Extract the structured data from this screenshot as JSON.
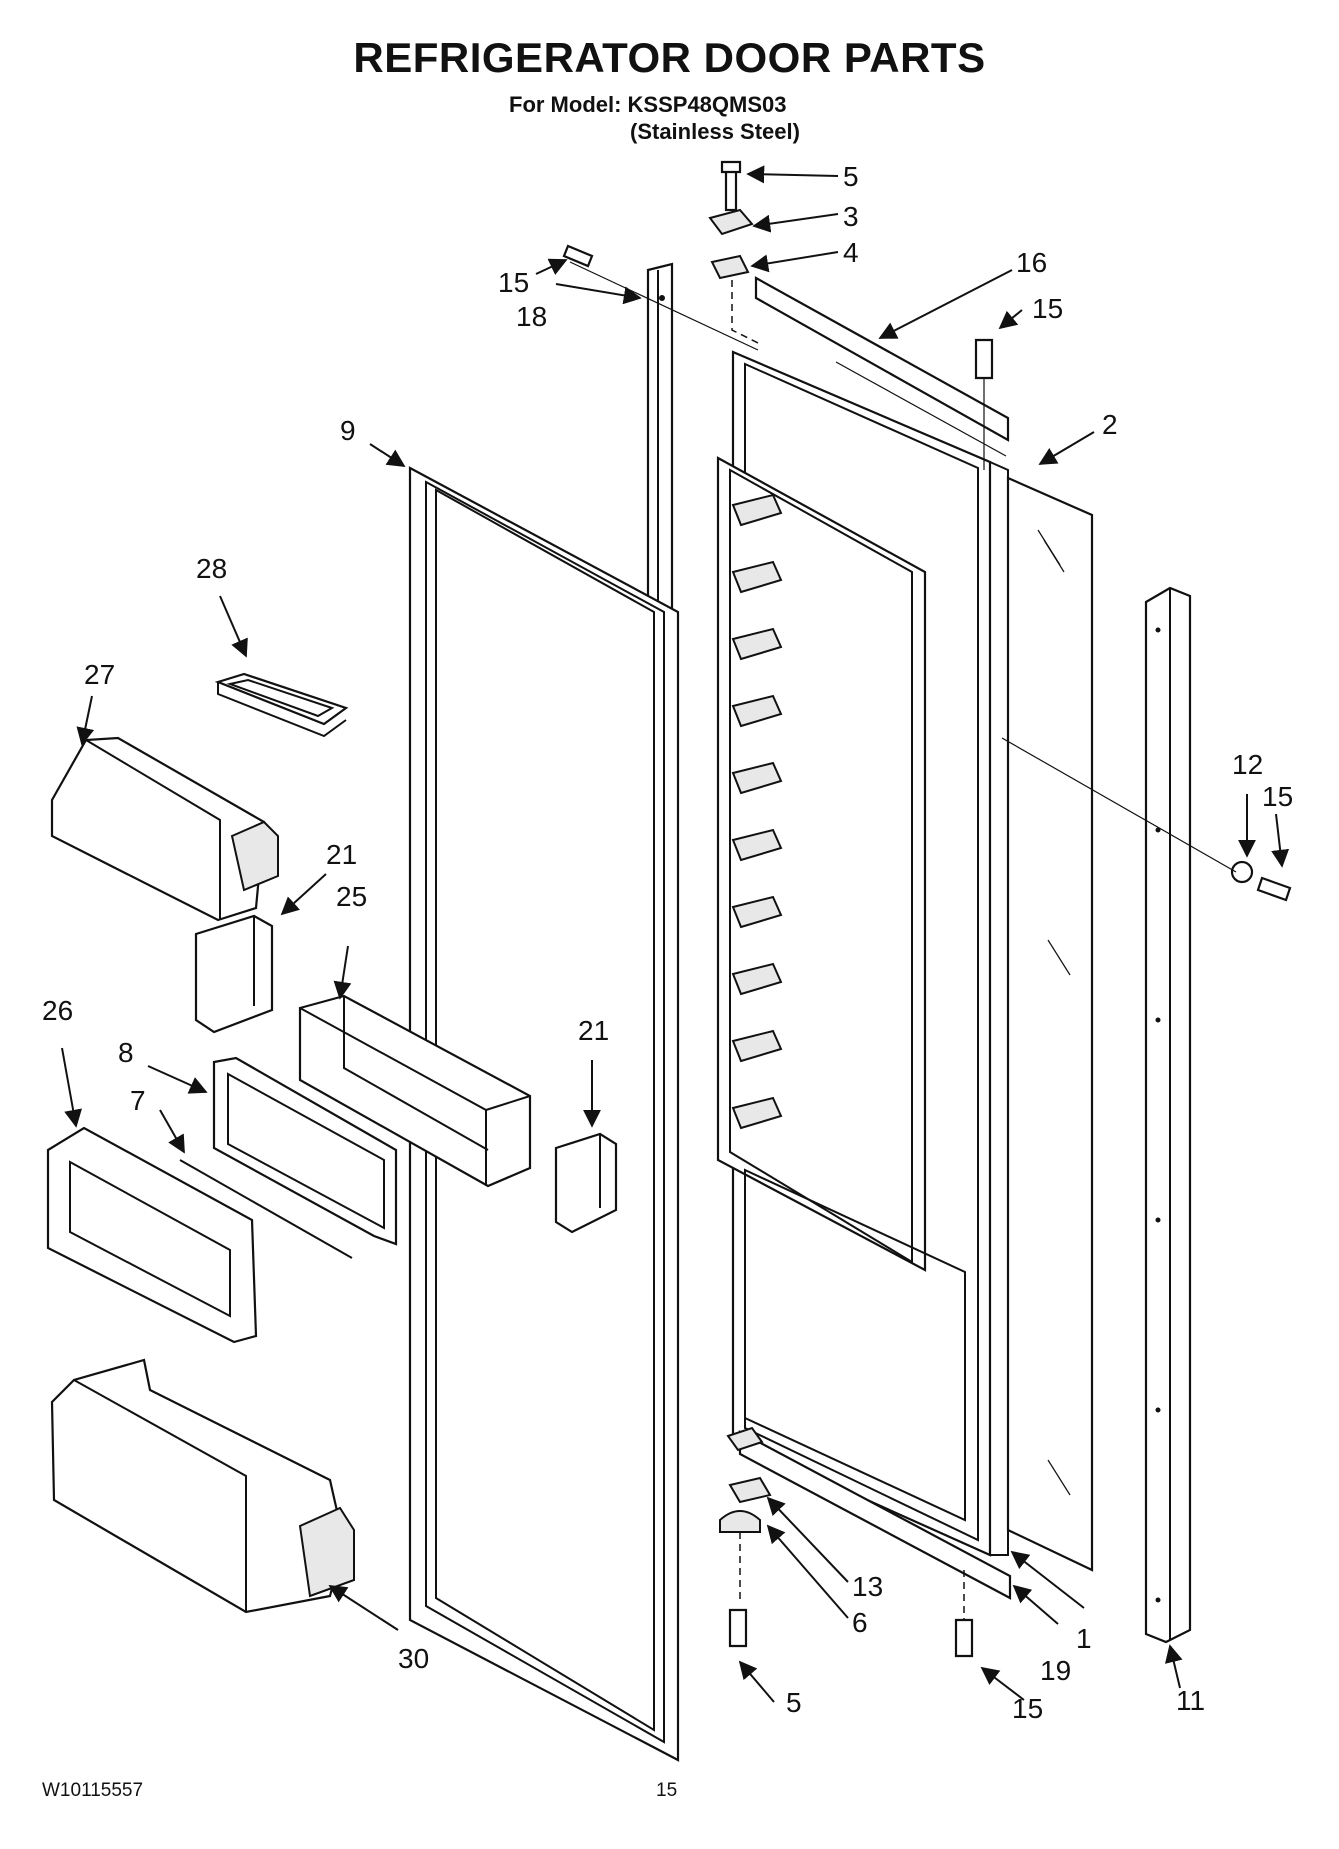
{
  "header": {
    "title": "REFRIGERATOR DOOR PARTS",
    "model": "For Model: KSSP48QMS03",
    "finish": "(Stainless Steel)"
  },
  "footer": {
    "doc_number": "W10115557",
    "page_number": "15"
  },
  "callouts": [
    {
      "id": "c1",
      "label": "1"
    },
    {
      "id": "c2",
      "label": "2"
    },
    {
      "id": "c3",
      "label": "3"
    },
    {
      "id": "c4",
      "label": "4"
    },
    {
      "id": "c5a",
      "label": "5"
    },
    {
      "id": "c5b",
      "label": "5"
    },
    {
      "id": "c6",
      "label": "6"
    },
    {
      "id": "c7",
      "label": "7"
    },
    {
      "id": "c8",
      "label": "8"
    },
    {
      "id": "c9",
      "label": "9"
    },
    {
      "id": "c11",
      "label": "11"
    },
    {
      "id": "c12",
      "label": "12"
    },
    {
      "id": "c13",
      "label": "13"
    },
    {
      "id": "c15a",
      "label": "15"
    },
    {
      "id": "c15b",
      "label": "15"
    },
    {
      "id": "c15c",
      "label": "15"
    },
    {
      "id": "c15d",
      "label": "15"
    },
    {
      "id": "c16",
      "label": "16"
    },
    {
      "id": "c18",
      "label": "18"
    },
    {
      "id": "c19",
      "label": "19"
    },
    {
      "id": "c21a",
      "label": "21"
    },
    {
      "id": "c21b",
      "label": "21"
    },
    {
      "id": "c25",
      "label": "25"
    },
    {
      "id": "c26",
      "label": "26"
    },
    {
      "id": "c27",
      "label": "27"
    },
    {
      "id": "c28",
      "label": "28"
    },
    {
      "id": "c30",
      "label": "30"
    }
  ]
}
